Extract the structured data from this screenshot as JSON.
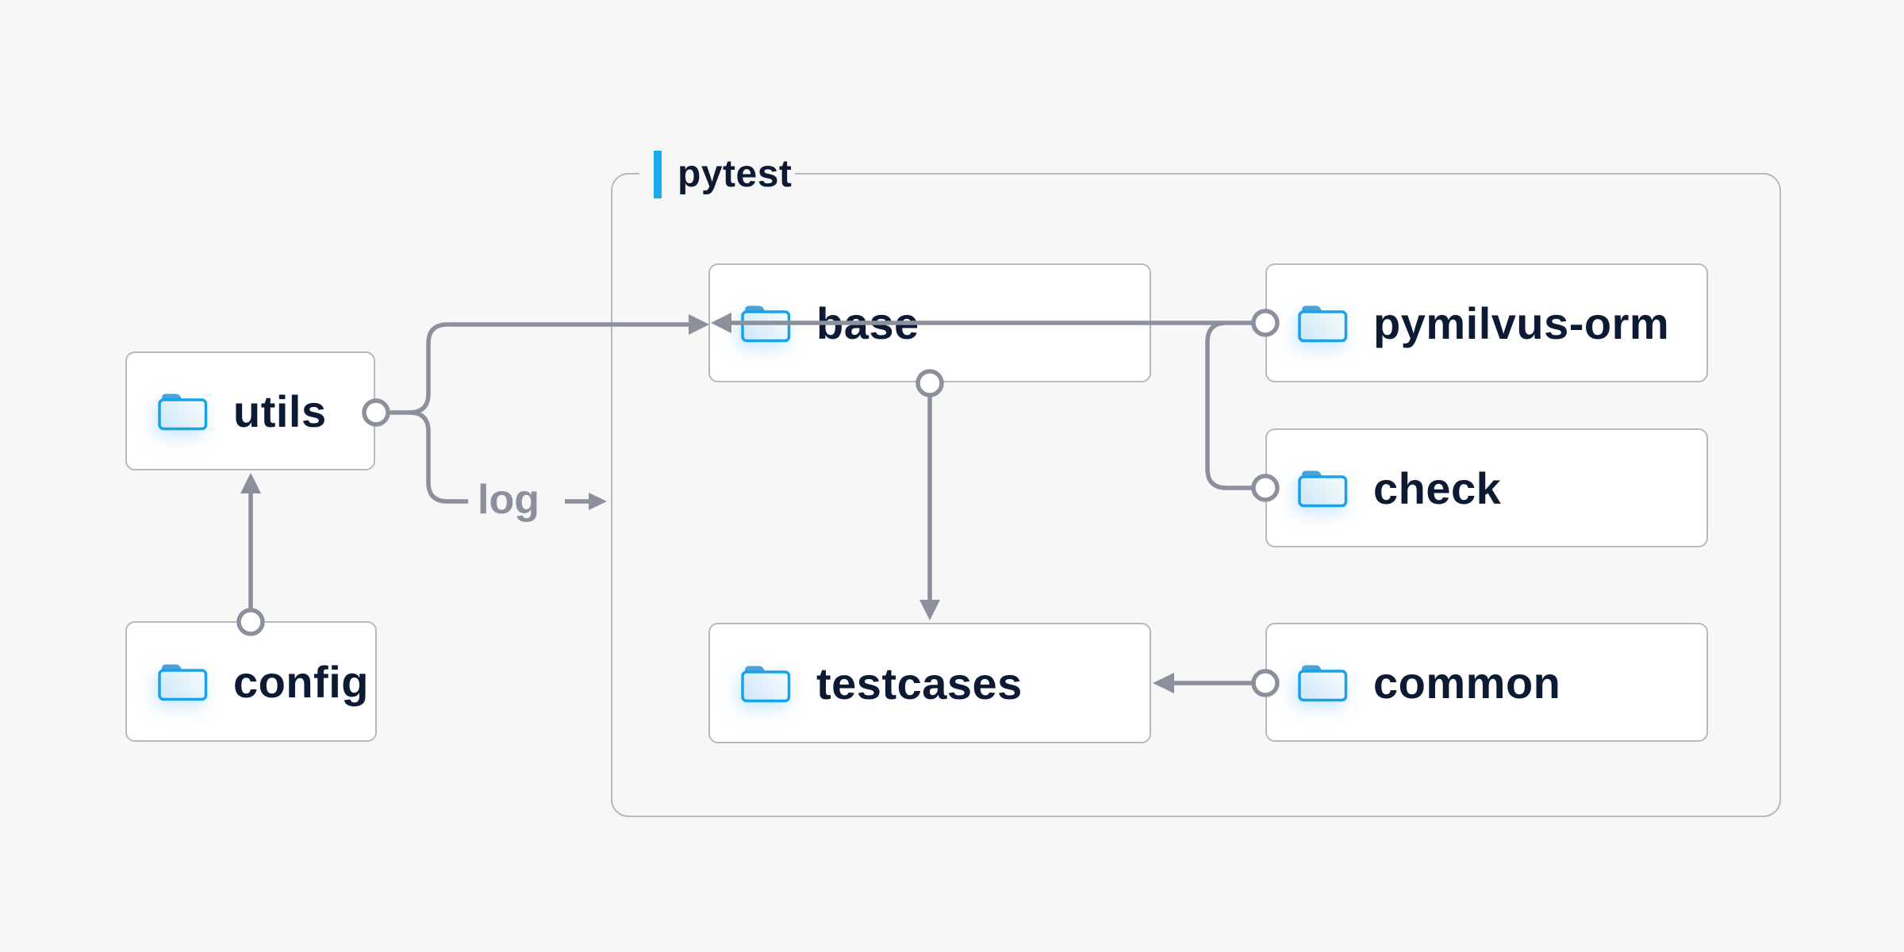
{
  "diagram": {
    "group": {
      "label": "pytest"
    },
    "nodes": {
      "utils": {
        "label": "utils",
        "icon": "folder-icon"
      },
      "config": {
        "label": "config",
        "icon": "folder-icon"
      },
      "base": {
        "label": "base",
        "icon": "folder-icon"
      },
      "pymilvus": {
        "label": "pymilvus-orm",
        "icon": "folder-icon"
      },
      "check": {
        "label": "check",
        "icon": "folder-icon"
      },
      "testcases": {
        "label": "testcases",
        "icon": "folder-icon"
      },
      "common": {
        "label": "common",
        "icon": "folder-icon"
      }
    },
    "edge_labels": {
      "log": "log"
    },
    "edges": [
      {
        "from": "config",
        "to": "utils",
        "style": "arrow"
      },
      {
        "from": "utils",
        "to": "base",
        "style": "arrow"
      },
      {
        "from": "utils",
        "to": "pytest-group",
        "style": "arrow",
        "label": "log"
      },
      {
        "from": "base",
        "to": "testcases",
        "style": "arrow"
      },
      {
        "from": "pymilvus",
        "to": "base",
        "style": "arrow"
      },
      {
        "from": "check",
        "to": "base",
        "style": "arrow"
      },
      {
        "from": "common",
        "to": "testcases",
        "style": "arrow"
      }
    ],
    "colors": {
      "background": "#f7f7f8",
      "node_fill": "#ffffff",
      "node_border": "#b6b8c4",
      "text": "#0d1a33",
      "connector": "#8b909c",
      "accent_blue": "#18a9ee",
      "folder_blue": "#17a3e9"
    }
  }
}
